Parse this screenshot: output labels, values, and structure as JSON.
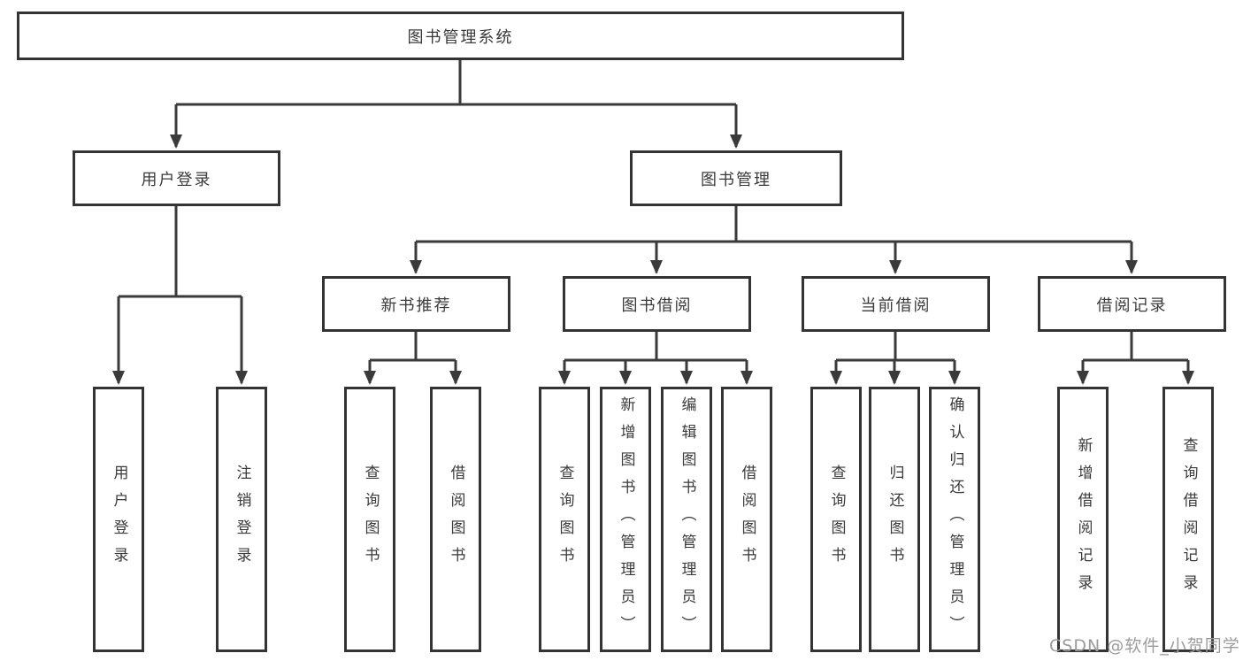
{
  "diagram": {
    "title": "图书管理系统",
    "tree": {
      "label": "图书管理系统",
      "children": [
        {
          "label": "用户登录",
          "children": [
            {
              "label": "用户登录"
            },
            {
              "label": "注销登录"
            }
          ]
        },
        {
          "label": "图书管理",
          "children": [
            {
              "label": "新书推荐",
              "children": [
                {
                  "label": "查询图书"
                },
                {
                  "label": "借阅图书"
                }
              ]
            },
            {
              "label": "图书借阅",
              "children": [
                {
                  "label": "查询图书"
                },
                {
                  "label": "新增图书（管理员）"
                },
                {
                  "label": "编辑图书（管理员）"
                },
                {
                  "label": "借阅图书"
                }
              ]
            },
            {
              "label": "当前借阅",
              "children": [
                {
                  "label": "查询图书"
                },
                {
                  "label": "归还图书"
                },
                {
                  "label": "确认归还（管理员）"
                }
              ]
            },
            {
              "label": "借阅记录",
              "children": [
                {
                  "label": "新增借阅记录"
                },
                {
                  "label": "查询借阅记录"
                }
              ]
            }
          ]
        }
      ]
    },
    "line_color": "#3a3a3a",
    "border_color": "#343434",
    "text_color": "#3a3a3a"
  },
  "watermark": "CSDN @软件_小贺同学"
}
